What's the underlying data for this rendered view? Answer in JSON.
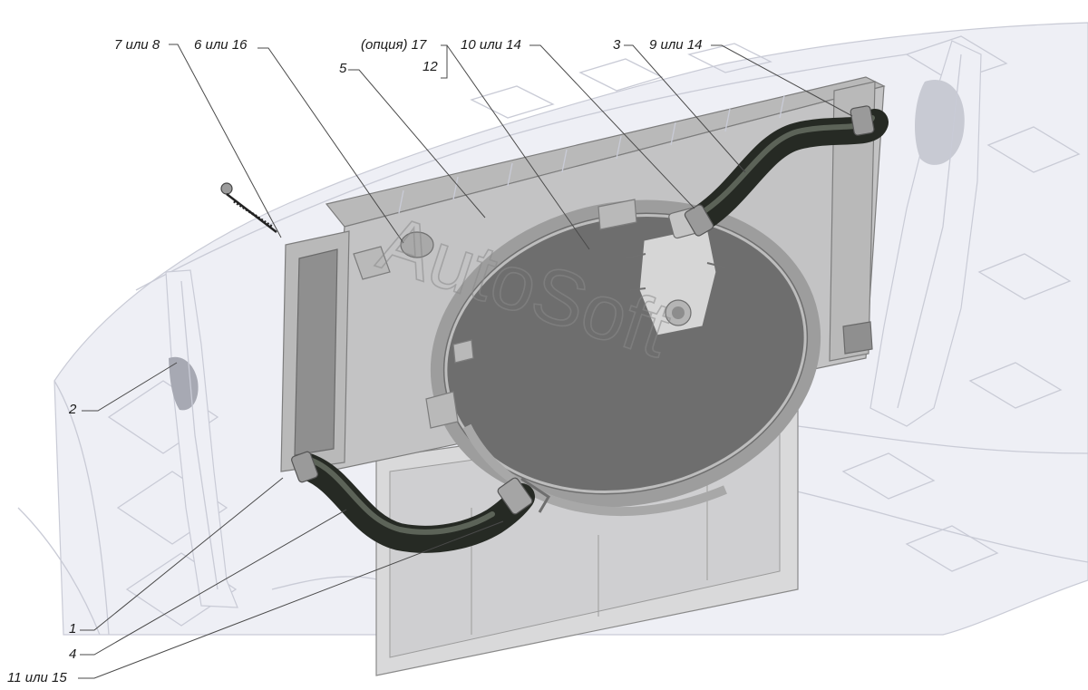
{
  "callouts": {
    "c7or8": "7 или 8",
    "c6or16": "6 или 16",
    "c_option17": "(опция) 17",
    "c12": "12",
    "c10or14": "10 или 14",
    "c3": "3",
    "c9or14": "9 или 14",
    "c5": "5",
    "c2": "2",
    "c1": "1",
    "c4": "4",
    "c11or15": "11 или 15"
  },
  "watermark": "AutoSoft",
  "colors": {
    "ghost_lines": "#c9cbd6",
    "radiator_metal": "#b9b9b9",
    "fan_shroud": "#9a9a9a",
    "hose_rubber": "#262a24",
    "callout_text": "#1a1a1a"
  }
}
